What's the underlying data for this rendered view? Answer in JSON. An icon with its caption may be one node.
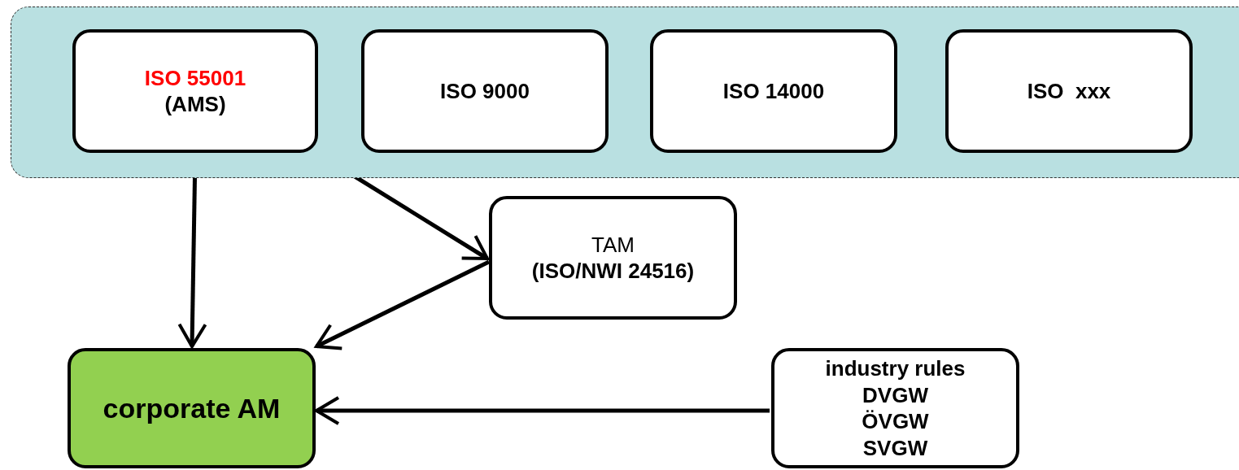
{
  "diagram": {
    "nodes": [
      {
        "text": [],
        "shape": "box"
      },
      {
        "text": [
          "ISO 55001",
          "(AMS)"
        ],
        "in": 0
      },
      {
        "text": [
          "ISO 9000"
        ],
        "in": 0
      },
      {
        "text": [
          "ISO 14000"
        ],
        "in": 0
      },
      {
        "text": [
          "ISO  xxx"
        ],
        "in": 0
      },
      {
        "text": [
          "TAM",
          "(ISO/NWI 24516)"
        ]
      },
      {
        "text": [
          "corporate AM"
        ]
      },
      {
        "text": [
          "industry rules",
          "DVGW",
          "ÖVGW",
          "SVGW"
        ]
      }
    ],
    "edges": [
      {
        "from": 1,
        "to": 6,
        "arrow": "to"
      },
      {
        "from": 1,
        "to": 5,
        "arrow": "to"
      },
      {
        "from": 5,
        "to": 6,
        "arrow": "to"
      },
      {
        "from": 7,
        "to": 6,
        "arrow": "to"
      }
    ]
  }
}
